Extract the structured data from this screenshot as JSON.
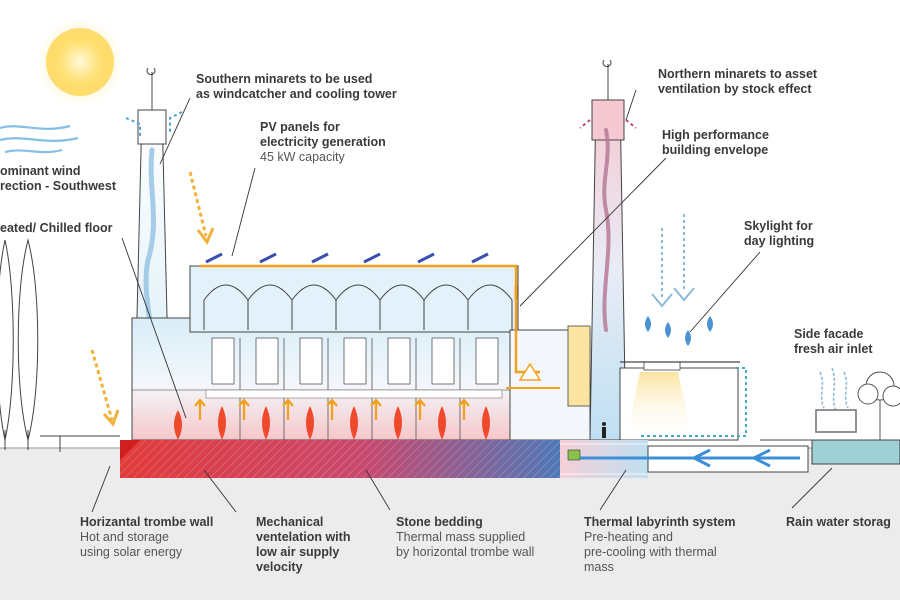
{
  "colors": {
    "warm": "#f2a01a",
    "hot": "#e4331f",
    "cool": "#3c8fd6",
    "glass": "#bfe0f2",
    "line": "#333333"
  },
  "labels": {
    "windcatcher": {
      "title": "Southern minarets to be used\nas windcatcher and cooling tower"
    },
    "stack": {
      "title": "Northern minarets to asset\nventilation by stock effect"
    },
    "wind": {
      "title": "ominant wind\nrection - Southwest"
    },
    "pv": {
      "title": "PV panels for\nelectricity generation",
      "sub": "45 kW capacity"
    },
    "envelope": {
      "title": "High performance\nbuilding envelope"
    },
    "floor": {
      "title": "eated/ Chilled floor"
    },
    "skylight": {
      "title": "Skylight for\nday lighting"
    },
    "sidefacade": {
      "title": "Side facade\nfresh air inlet"
    },
    "trombe": {
      "title": "Horizantal trombe wall",
      "sub": "Hot and storage\nusing solar energy"
    },
    "mechvent": {
      "title": "Mechanical\nventelation with\nlow air supply\nvelocity"
    },
    "stone": {
      "title": "Stone bedding",
      "sub": "Thermal mass supplied\nby horizontal trombe wall"
    },
    "labyrinth": {
      "title": "Thermal labyrinth system",
      "sub": "Pre-heating and\npre-cooling with thermal\nmass"
    },
    "rainwater": {
      "title": "Rain water storag"
    }
  }
}
